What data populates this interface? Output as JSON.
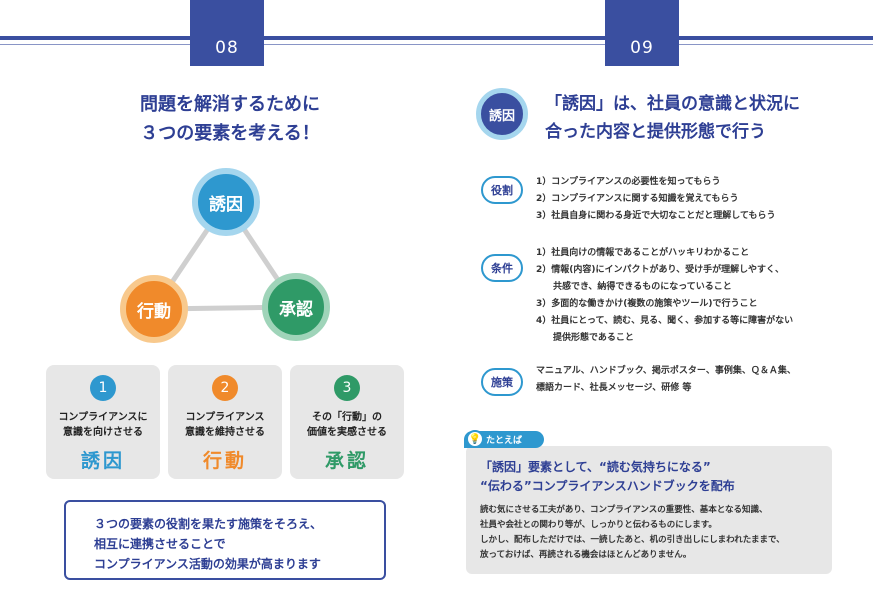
{
  "left": {
    "page_number": "08",
    "heading_line1": "問題を解消するために",
    "heading_line2": "３つの要素を考える！",
    "triangle": {
      "top": "誘因",
      "left": "行動",
      "right": "承認"
    },
    "cards": [
      {
        "num": "1",
        "line1": "コンプライアンスに",
        "line2": "意識を向けさせる",
        "word": "誘因",
        "color": "#2e98cf"
      },
      {
        "num": "2",
        "line1": "コンプライアンス",
        "line2": "意識を維持させる",
        "word": "行動",
        "color": "#f08a2b"
      },
      {
        "num": "3",
        "line1": "その「行動」の",
        "line2": "価値を実感させる",
        "word": "承認",
        "color": "#2f9a67"
      }
    ],
    "summary": [
      "３つの要素の役割を果たす施策をそろえ、",
      "相互に連携させることで",
      "コンプライアンス活動の効果が高まります"
    ]
  },
  "right": {
    "page_number": "09",
    "badge": "誘因",
    "heading_line1": "「誘因」は、社員の意識と状況に",
    "heading_line2": "合った内容と提供形態で行う",
    "sections": {
      "role": {
        "tag": "役割",
        "items": [
          "1）コンプライアンスの必要性を知ってもらう",
          "2）コンプライアンスに関する知識を覚えてもらう",
          "3）社員自身に関わる身近で大切なことだと理解してもらう"
        ]
      },
      "condition": {
        "tag": "条件",
        "items": [
          "1）社員向けの情報であることがハッキリわかること",
          "2）情報(内容)にインパクトがあり、受け手が理解しやすく、",
          "共感でき、納得できるものになっていること",
          "3）多面的な働きかけ(複数の施策やツール)で行うこと",
          "4）社員にとって、読む、見る、聞く、参加する等に障害がない",
          "提供形態であること"
        ]
      },
      "measures": {
        "tag": "施策",
        "items": [
          "マニュアル、ハンドブック、掲示ポスター、事例集、Ｑ＆Ａ集、",
          "標語カード、社長メッセージ、研修 等"
        ]
      }
    },
    "example": {
      "tag": "たとえば",
      "title_line1": "「誘因」要素として、“読む気持ちになる”",
      "title_line2": "“伝わる”コンプライアンスハンドブックを配布",
      "body": [
        "読む気にさせる工夫があり、コンプライアンスの重要性、基本となる知識、",
        "社員や会社との関わり等が、しっかりと伝わるものにします。",
        "しかし、配布しただけでは、一読したあと、机の引き出しにしまわれたままで、",
        "放っておけば、再読される機会はほとんどありません。"
      ]
    }
  },
  "colors": {
    "navy": "#3a4fa0",
    "blue": "#2e98cf",
    "orange": "#f08a2b",
    "green": "#2f9a67"
  }
}
